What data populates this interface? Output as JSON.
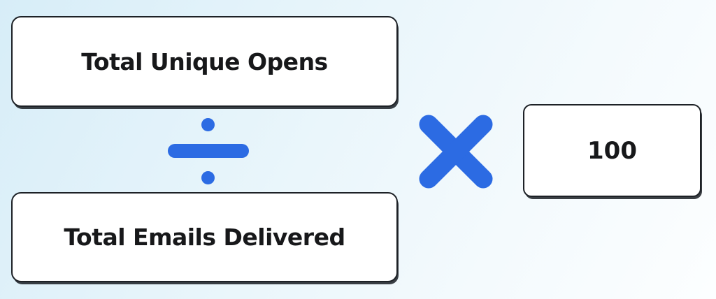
{
  "formula": {
    "numerator": "Total Unique Opens",
    "denominator": "Total Emails Delivered",
    "multiplier": "100",
    "divide_symbol": "÷",
    "multiply_symbol": "×"
  },
  "colors": {
    "accent_blue": "#2C6BE3",
    "box_border": "#1D2126",
    "box_fill": "#FFFFFF",
    "text_color": "#17181A",
    "bg_start": "#D7EDF8",
    "bg_mid": "#EAF6FB",
    "bg_end": "#FCFEFF"
  }
}
